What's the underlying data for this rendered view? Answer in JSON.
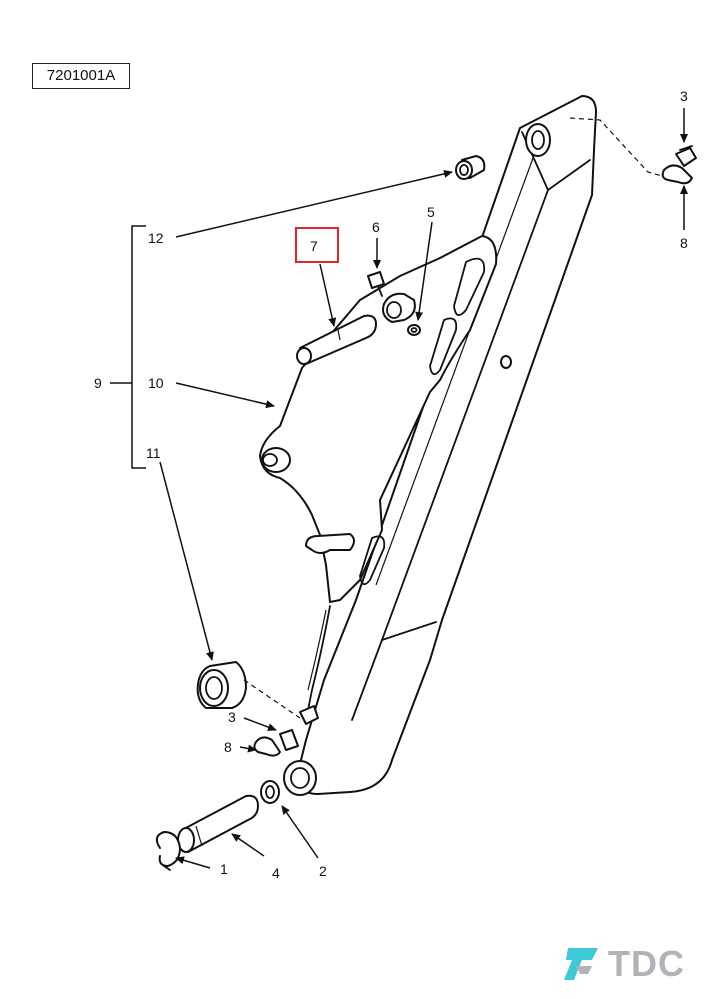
{
  "reference_code": "7201001A",
  "labels": {
    "l1": "1",
    "l2": "2",
    "l3_top": "3",
    "l3_bottom": "3",
    "l4": "4",
    "l5": "5",
    "l6": "6",
    "l7": "7",
    "l8_top": "8",
    "l8_bottom": "8",
    "l9": "9",
    "l10": "10",
    "l11": "11",
    "l12": "12"
  },
  "highlight_color": "#e0242b",
  "watermark": {
    "text": "TDC",
    "colors": [
      "#3ec9d6",
      "#b0b4b8"
    ]
  }
}
